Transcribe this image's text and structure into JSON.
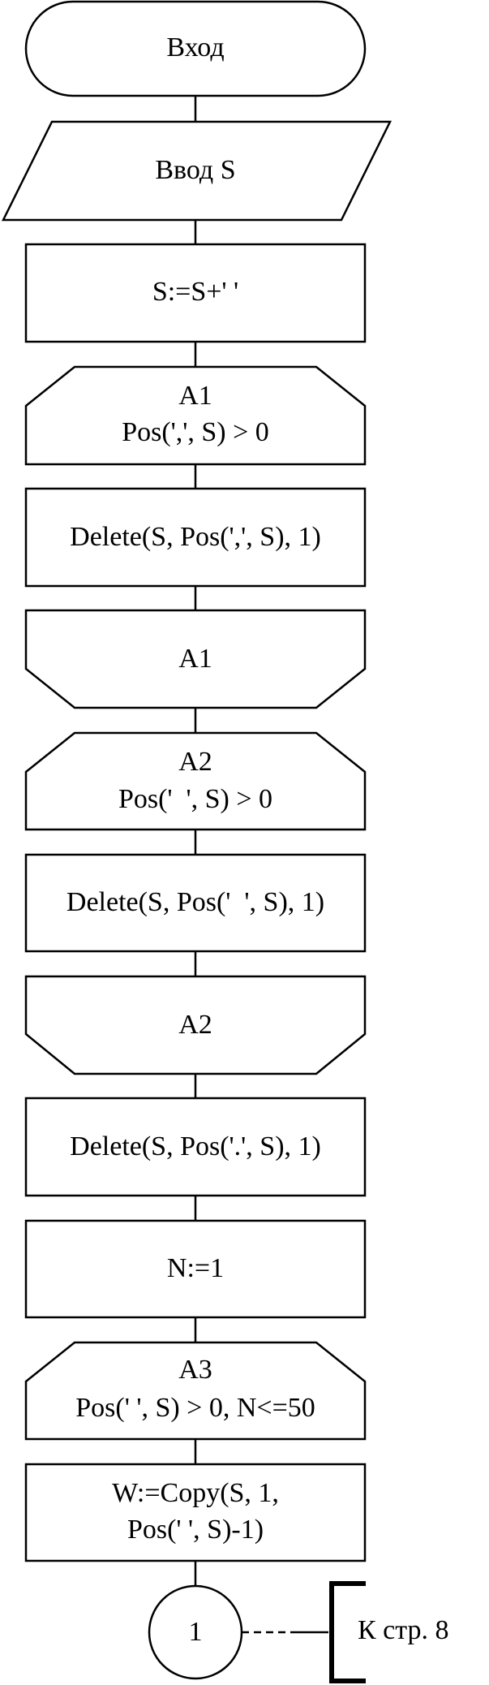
{
  "blocks": {
    "start": "Вход",
    "input": "Ввод S",
    "assign_space": "S:=S+' '",
    "loop1_begin": [
      "A1",
      "Pos(',', S) > 0"
    ],
    "delete_comma": "Delete(S, Pos(',', S), 1)",
    "loop1_end": "A1",
    "loop2_begin": [
      "A2",
      "Pos('  ', S) > 0"
    ],
    "delete_double_space": "Delete(S, Pos('  ', S), 1)",
    "loop2_end": "A2",
    "delete_dot": "Delete(S, Pos('.', S), 1)",
    "assign_n": "N:=1",
    "loop3_begin": [
      "A3",
      "Pos(' ', S) > 0, N<=50"
    ],
    "copy_word": [
      "W:=Copy(S, 1,",
      "Pos(' ', S)-1)"
    ],
    "connector": "1",
    "page_ref": "К стр. 8"
  }
}
